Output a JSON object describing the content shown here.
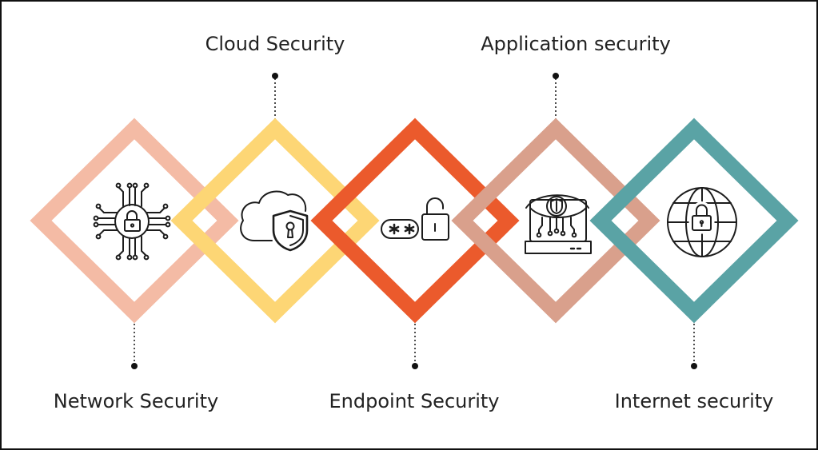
{
  "items": [
    {
      "label": "Network Security",
      "color": "#f4bba5",
      "icon": "network-lock-icon",
      "label_position": "bottom"
    },
    {
      "label": "Cloud Security",
      "color": "#fdd675",
      "icon": "cloud-shield-icon",
      "label_position": "top"
    },
    {
      "label": "Endpoint Security",
      "color": "#eb5a2c",
      "icon": "password-lock-icon",
      "label_position": "bottom"
    },
    {
      "label": "Application security",
      "color": "#d9a08c",
      "icon": "laptop-eye-icon",
      "label_position": "top"
    },
    {
      "label": "Internet security",
      "color": "#5aa3a5",
      "icon": "globe-lock-icon",
      "label_position": "bottom"
    }
  ]
}
